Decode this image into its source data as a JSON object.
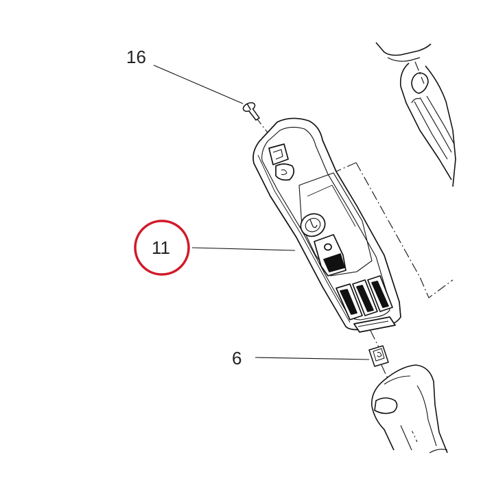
{
  "diagram": {
    "callouts": [
      {
        "id": "16",
        "label": "16",
        "highlighted": false
      },
      {
        "id": "11",
        "label": "11",
        "highlighted": true
      },
      {
        "id": "6",
        "label": "6",
        "highlighted": false
      }
    ],
    "colors": {
      "line": "#111111",
      "highlight": "#d11a2a",
      "background": "#ffffff"
    }
  }
}
